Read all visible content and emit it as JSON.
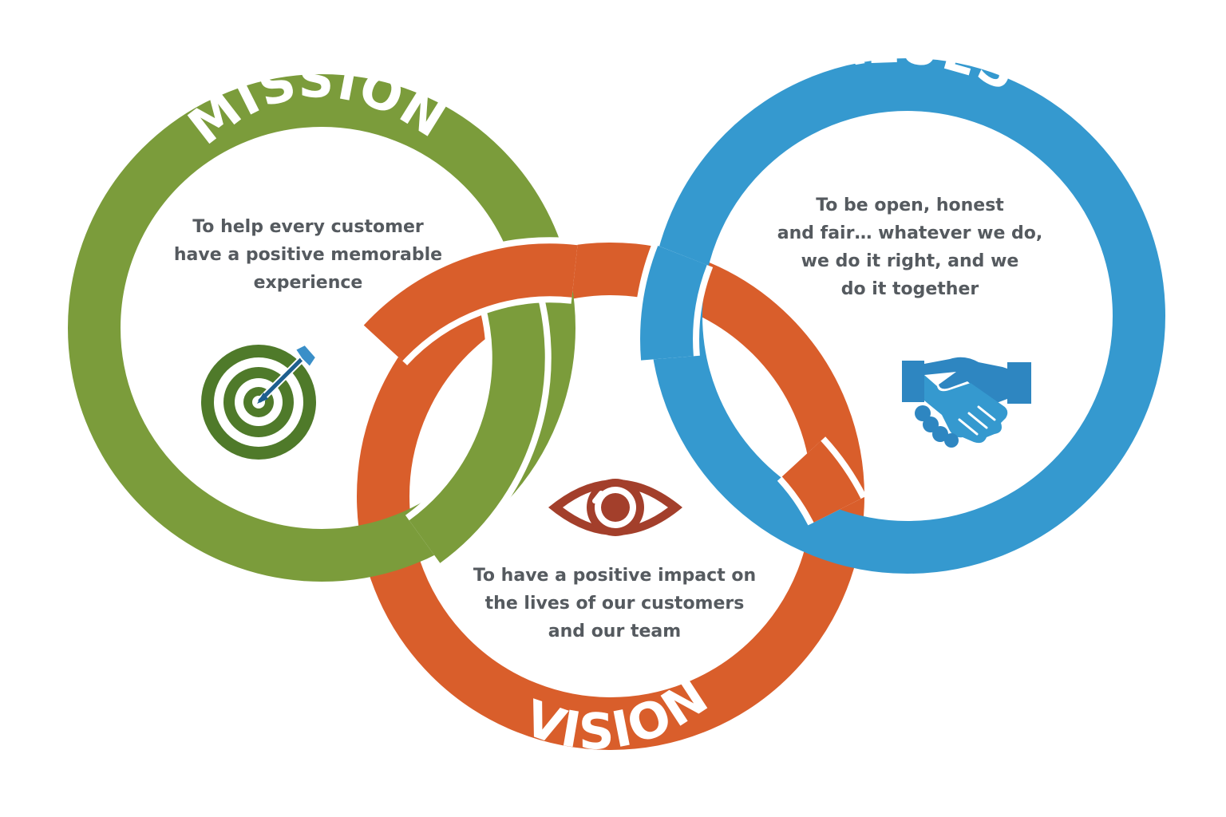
{
  "colors": {
    "mission": "#7b9c3b",
    "values": "#3599cf",
    "vision": "#d95e2b",
    "text": "#555a5f",
    "mission_icon": "#4f7a2a",
    "values_icon": "#2e86c1",
    "vision_icon": "#a33f2b",
    "arrow_icon": "#1e5f8f",
    "background": "#ffffff"
  },
  "mission": {
    "title": "MISSION",
    "lines": [
      "To help every customer",
      "have a positive memorable",
      "experience"
    ],
    "icon": "target-with-arrow-icon"
  },
  "values": {
    "title": "VALUES",
    "lines": [
      "To be open, honest",
      "and fair… whatever we do,",
      "we do it right, and we",
      "do it together"
    ],
    "icon": "handshake-icon"
  },
  "vision": {
    "title": "VISION",
    "lines": [
      "To have a positive impact on",
      "the lives of our customers",
      "and our team"
    ],
    "icon": "eye-icon"
  }
}
